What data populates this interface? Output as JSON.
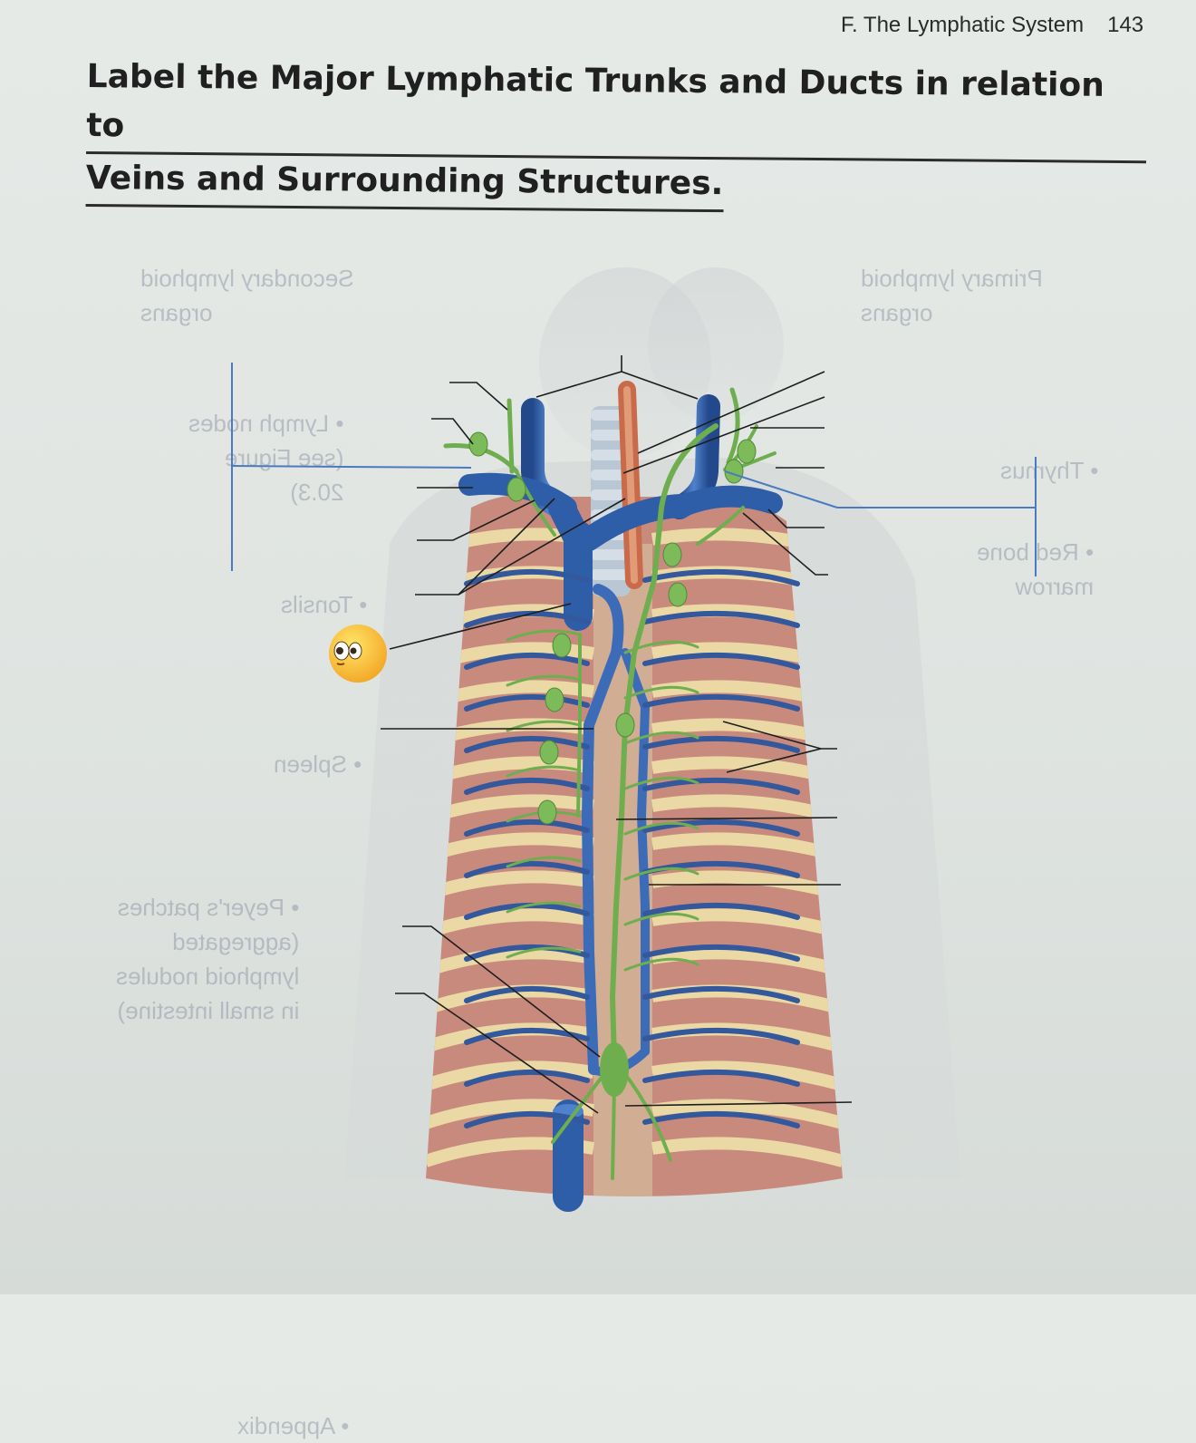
{
  "running_head": {
    "section": "F. The Lymphatic System",
    "page_number": "143"
  },
  "title": {
    "line1": "Label the Major Lymphatic Trunks and Ducts in relation to",
    "line2": "Veins and Surrounding Structures."
  },
  "bleed_through": {
    "top_left": "Secondary lymphoid\norgans",
    "top_right": "Primary lymphoid\norgans",
    "left_1": "• Lymph nodes\n(see Figure\n20.3)",
    "left_2": "• Tonsils",
    "left_3": "• Spleen",
    "left_4": "• Peyer's patches\n(aggregated\nlymphoid nodules\nin small intestine)",
    "left_5": "• Appendix",
    "right_1": "• Thymus",
    "right_2": "• Red bone\nmarrow"
  },
  "sticker": {
    "icon": "eyes-emoji-icon"
  },
  "colors": {
    "vein": "#2f5ea8",
    "lymph": "#6fae4e",
    "rib": "#e8d9a6",
    "muscle": "#c97c73",
    "leader": "#1e1e1e"
  }
}
